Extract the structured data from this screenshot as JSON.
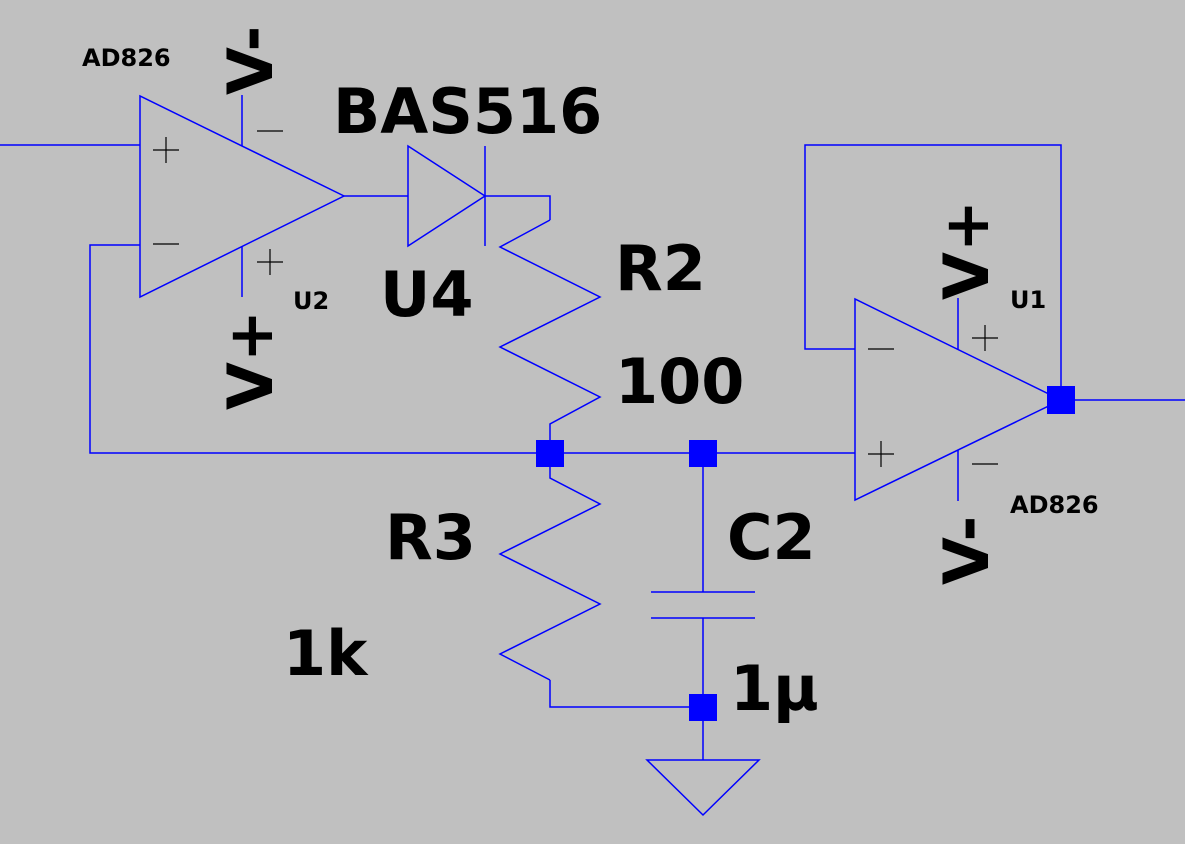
{
  "components": {
    "u2": {
      "ref": "U2",
      "model": "AD826",
      "pin_top": "V-",
      "pin_bottom": "V+"
    },
    "u4": {
      "ref": "U4",
      "model": "BAS516"
    },
    "r2": {
      "ref": "R2",
      "value": "100"
    },
    "r3": {
      "ref": "R3",
      "value": "1k"
    },
    "c2": {
      "ref": "C2",
      "value": "1µ"
    },
    "u1": {
      "ref": "U1",
      "model": "AD826",
      "pin_top": "V+",
      "pin_bottom": "V-"
    }
  },
  "colors": {
    "background": "#c0c0c0",
    "wire": "#0000ff",
    "text": "#000000",
    "junction": "#0000ff"
  },
  "icons": [
    "opamp-symbol",
    "diode-symbol",
    "resistor-symbol",
    "capacitor-symbol",
    "ground-symbol",
    "junction-dot"
  ]
}
